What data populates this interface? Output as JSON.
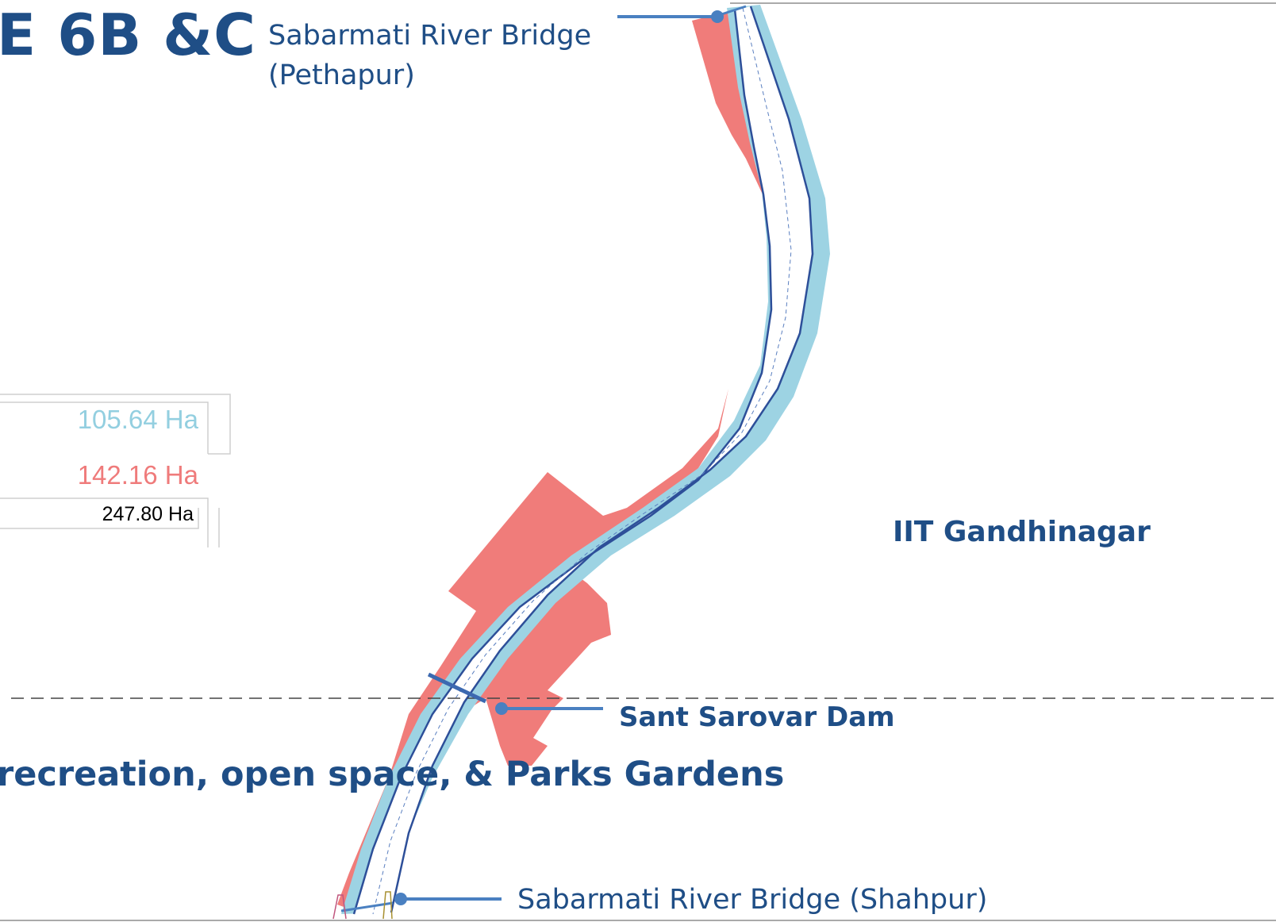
{
  "title": "E 6B &C",
  "labels": {
    "bridge_north_line1": "Sabarmati River Bridge",
    "bridge_north_line2": "(Pethapur)",
    "bridge_south": "Sabarmati River Bridge (Shahpur)",
    "iit": "IIT Gandhinagar",
    "dam": "Sant Sarovar Dam",
    "subheading": "recreation, open space, & Parks Gardens"
  },
  "areas": {
    "blue_area": "105.64 Ha",
    "red_area": "142.16 Ha",
    "total_area": "247.80 Ha"
  },
  "colors": {
    "heading": "#1f4e86",
    "river_buffer": "#9dd3e3",
    "development_zone": "#f07c7a",
    "river_bank_line": "#2d4f99",
    "callout_line": "#4a80c1"
  }
}
